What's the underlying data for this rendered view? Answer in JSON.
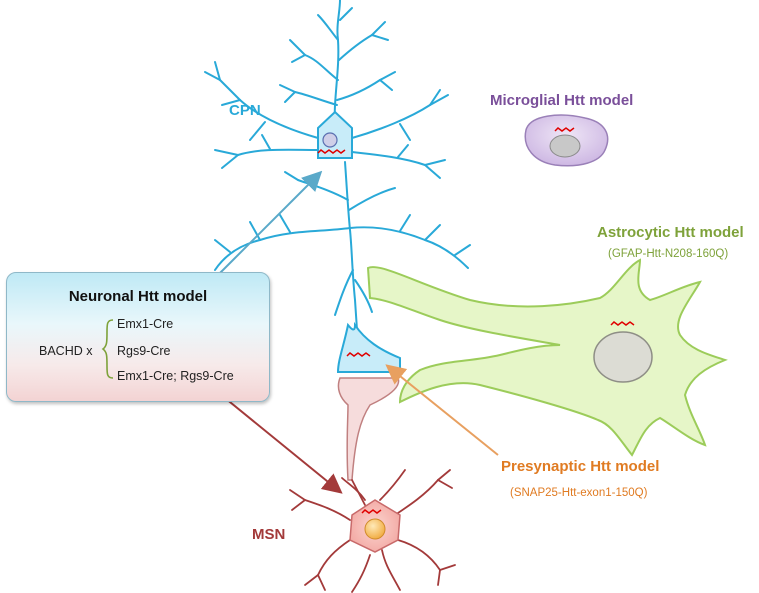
{
  "labels": {
    "cpn": "CPN",
    "msn": "MSN",
    "microglial": "Microglial Htt model",
    "astrocytic": "Astrocytic Htt model",
    "astrocytic_sub": "(GFAP-Htt-N208-160Q)",
    "presynaptic": "Presynaptic Htt model",
    "presynaptic_sub": "(SNAP25-Htt-exon1-150Q)"
  },
  "neuronal_panel": {
    "title": "Neuronal Htt model",
    "prefix": "BACHD x",
    "options": [
      "Emx1-Cre",
      "Rgs9-Cre",
      "Emx1-Cre; Rgs9-Cre"
    ]
  },
  "colors": {
    "cpn": "#29a9d8",
    "msn": "#a33a3a",
    "microglia": "#7a4f9a",
    "astrocyte": "#7ea23a",
    "presynaptic": "#e07b22",
    "htt": "#e00000"
  }
}
